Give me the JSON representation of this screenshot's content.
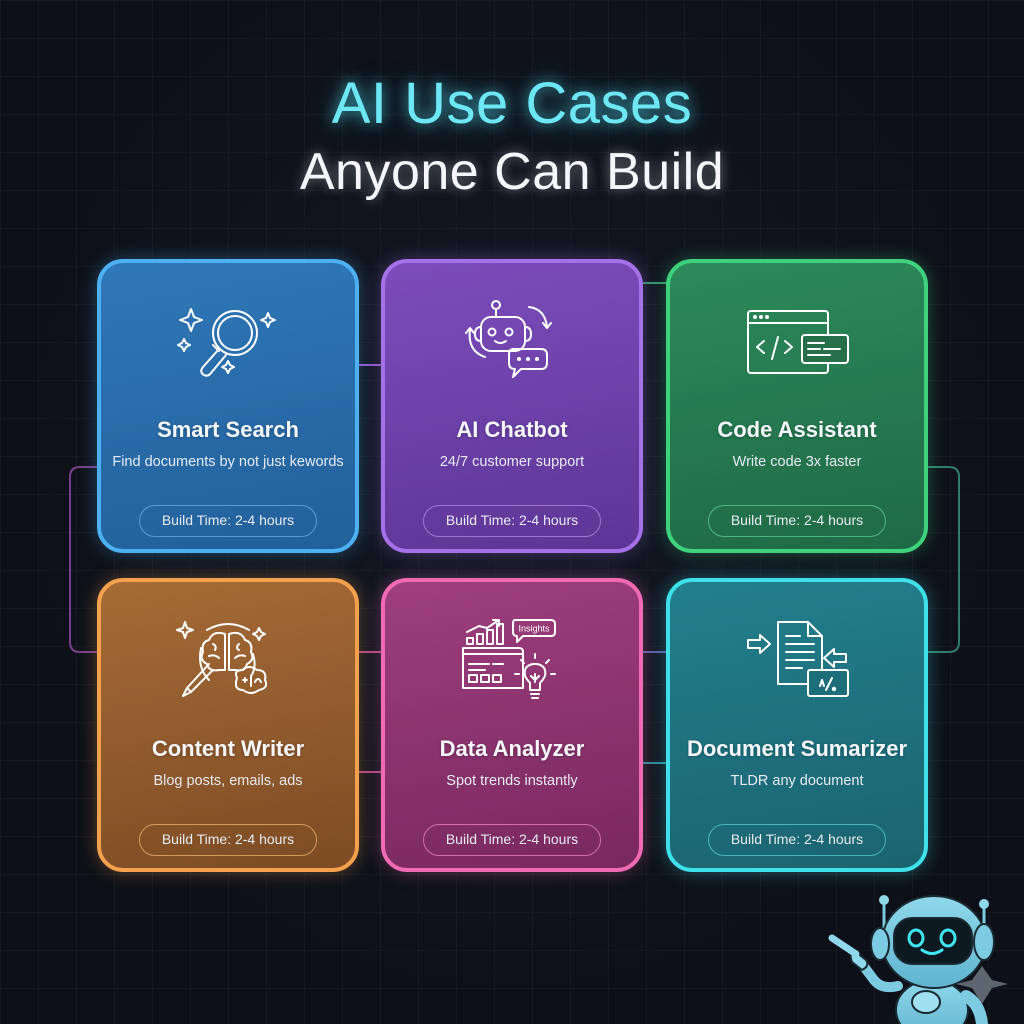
{
  "header": {
    "title_line1": "AI Use Cases",
    "title_line2": "Anyone Can Build"
  },
  "cards": [
    {
      "name": "Smart Search",
      "description": "Find documents by not just kewords",
      "build_time": "Build Time: 2-4 hours",
      "icon": "sparkle-magnifier-icon",
      "color": "#4cb0f2"
    },
    {
      "name": "AI Chatbot",
      "description": "24/7 customer support",
      "build_time": "Build Time: 2-4 hours",
      "icon": "robot-chat-bubble-icon",
      "color": "#a571e8"
    },
    {
      "name": "Code Assistant",
      "description": "Write code 3x faster",
      "build_time": "Build Time: 2-4 hours",
      "icon": "code-window-icon",
      "color": "#3fd17c"
    },
    {
      "name": "Content Writer",
      "description": "Blog posts, emails, ads",
      "build_time": "Build Time: 2-4 hours",
      "icon": "brain-pen-icon",
      "color": "#f5a04c"
    },
    {
      "name": "Data Analyzer",
      "description": "Spot trends instantly",
      "build_time": "Build Time: 2-4 hours",
      "icon": "chart-insights-bulb-icon",
      "color": "#f06ab4",
      "icon_label": "Insights"
    },
    {
      "name": "Document Sumarizer",
      "description": "TLDR any document",
      "build_time": "Build Time: 2-4 hours",
      "icon": "document-compress-icon",
      "color": "#3ee0ea"
    }
  ],
  "mascot": {
    "icon": "robot-mascot-pointing-icon"
  },
  "colors": {
    "background": "#0d1018",
    "title_accent": "#6ee7f5"
  }
}
